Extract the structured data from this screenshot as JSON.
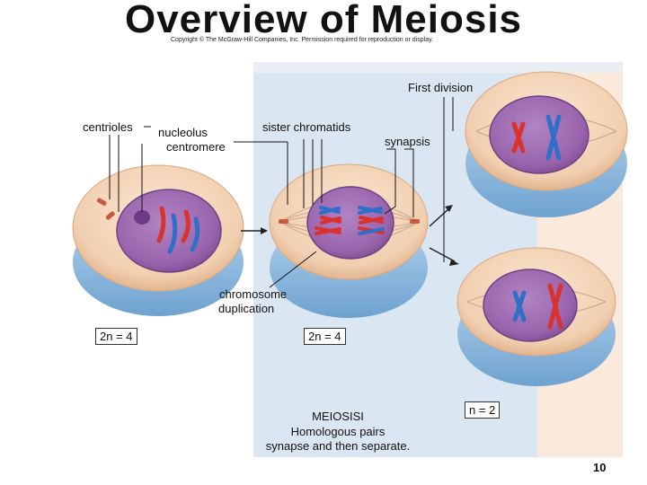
{
  "title": "Overview of Meiosis",
  "copyright": "Copyright © The McGraw-Hill Companies, Inc. Permission required for reproduction or display.",
  "labels": {
    "first_division": "First division",
    "centrioles": "centrioles",
    "nucleolus": "nucleolus",
    "centromere": "centromere",
    "sister_chromatids": "sister chromatids",
    "synapsis": "synapsis",
    "chromosome_duplication_1": "chromosome",
    "chromosome_duplication_2": "duplication",
    "ploidy_left": "2n = 4",
    "ploidy_middle": "2n = 4",
    "ploidy_right": "n = 2",
    "caption_1": "MEIOSISI",
    "caption_2": "Homologous pairs",
    "caption_3": "synapse and then separate."
  },
  "page_number": "10",
  "colors": {
    "panel_blue": "#dbe6f3",
    "panel_peach": "#fbe9dc",
    "nucleus_purple": "#9a64ad",
    "chromosome_red": "#d8332e",
    "chromosome_blue": "#2f6fc9",
    "cell_rim": "#8ab8de"
  }
}
